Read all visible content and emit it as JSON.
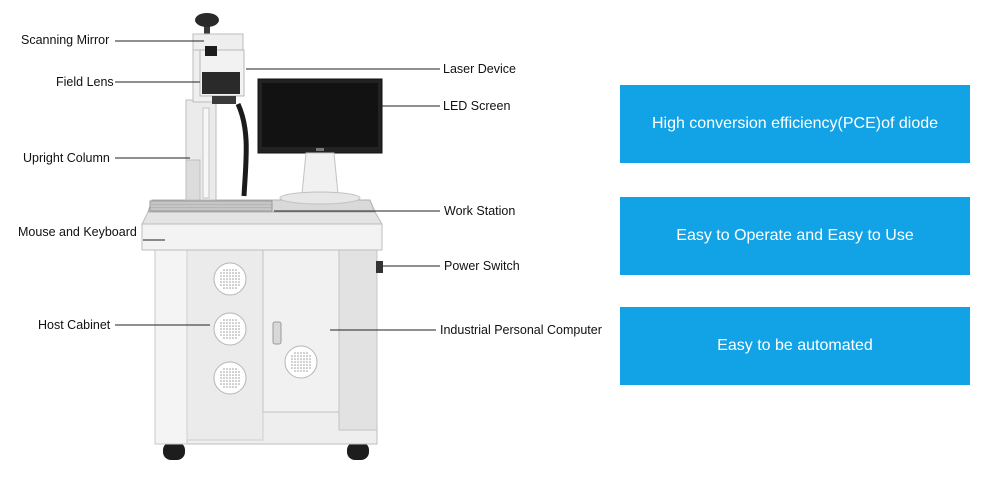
{
  "labels_left": [
    {
      "id": "scanning-mirror",
      "text": "Scanning Mirror"
    },
    {
      "id": "field-lens",
      "text": "Field Lens"
    },
    {
      "id": "upright-column",
      "text": "Upright Column"
    },
    {
      "id": "mouse-keyboard",
      "text": "Mouse and Keyboard"
    },
    {
      "id": "host-cabinet",
      "text": "Host Cabinet"
    }
  ],
  "labels_right": [
    {
      "id": "laser-device",
      "text": "Laser Device"
    },
    {
      "id": "led-screen",
      "text": "LED Screen"
    },
    {
      "id": "work-station",
      "text": "Work Station"
    },
    {
      "id": "power-switch",
      "text": "Power Switch"
    },
    {
      "id": "industrial-pc",
      "text": "Industrial Personal Computer"
    }
  ],
  "features": [
    {
      "text": "High conversion efficiency(PCE)of diode"
    },
    {
      "text": "Easy to Operate and Easy to Use"
    },
    {
      "text": "Easy to be automated"
    }
  ],
  "colors": {
    "feature_bg": "#11a3e6",
    "machine_body": "#ececec",
    "machine_shadow": "#cfcfcf",
    "screen": "#1a1a1a"
  }
}
